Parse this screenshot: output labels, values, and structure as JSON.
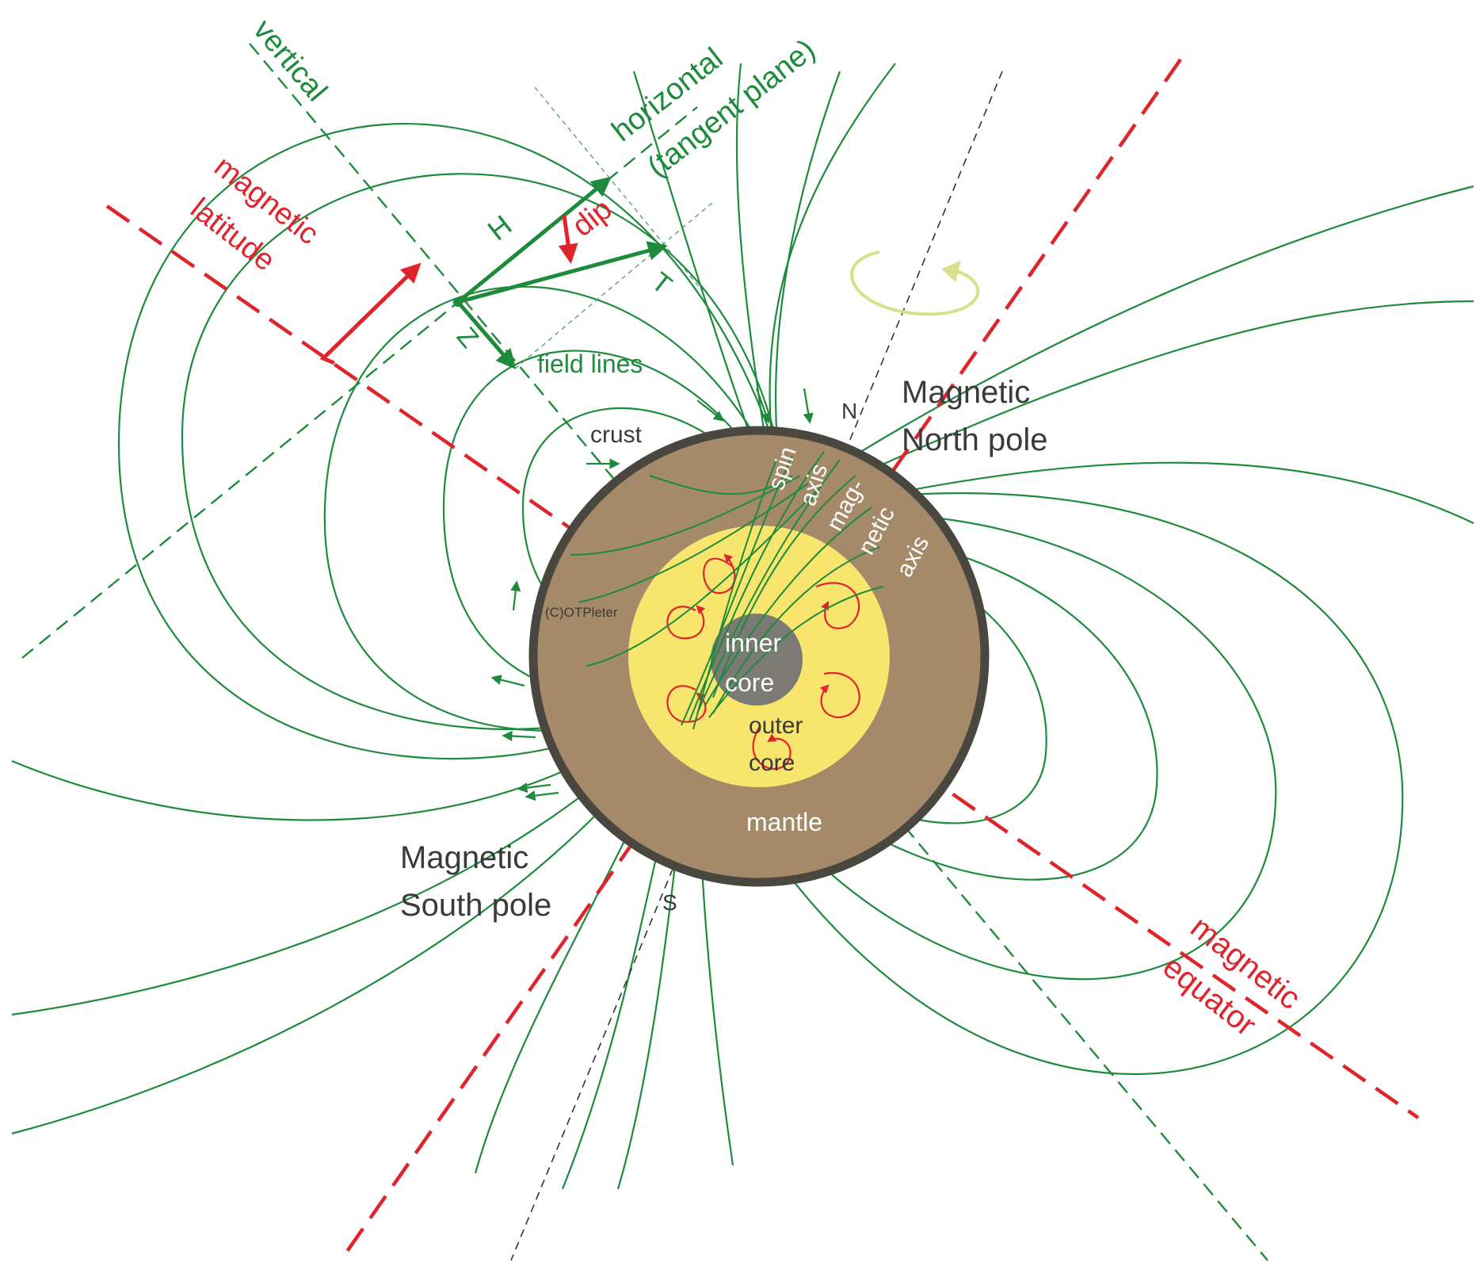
{
  "labels": {
    "vertical": "vertical",
    "horizontal": "horizontal",
    "tangent_plane": "(tangent plane)",
    "magnetic": "magnetic",
    "latitude": "latitude",
    "H": "H",
    "dip": "dip",
    "T": "T",
    "Z": "Z",
    "field_lines": "field lines",
    "crust": "crust",
    "N": "N",
    "S": "S",
    "magnetic_north_l1": "Magnetic",
    "magnetic_north_l2": "North pole",
    "magnetic_south_l1": "Magnetic",
    "magnetic_south_l2": "South pole",
    "spin": "spin",
    "axis": "axis",
    "mag": "mag-",
    "netic": "netic",
    "axis2": "axis",
    "inner": "inner",
    "core": "core",
    "outer": "outer",
    "core2": "core",
    "mantle": "mantle",
    "equator_l1": "magnetic",
    "equator_l2": "equator",
    "copyright": "(C)OTPleter"
  },
  "colors": {
    "field": "#1e8a3c",
    "red": "#e0242b",
    "mantle": "#a58a6a",
    "outer_core": "#f7e56e",
    "inner_core": "#7b7a74",
    "crust_edge": "#4a4640",
    "text_dark": "#3a3a3a",
    "rotation": "#d8e08a"
  }
}
